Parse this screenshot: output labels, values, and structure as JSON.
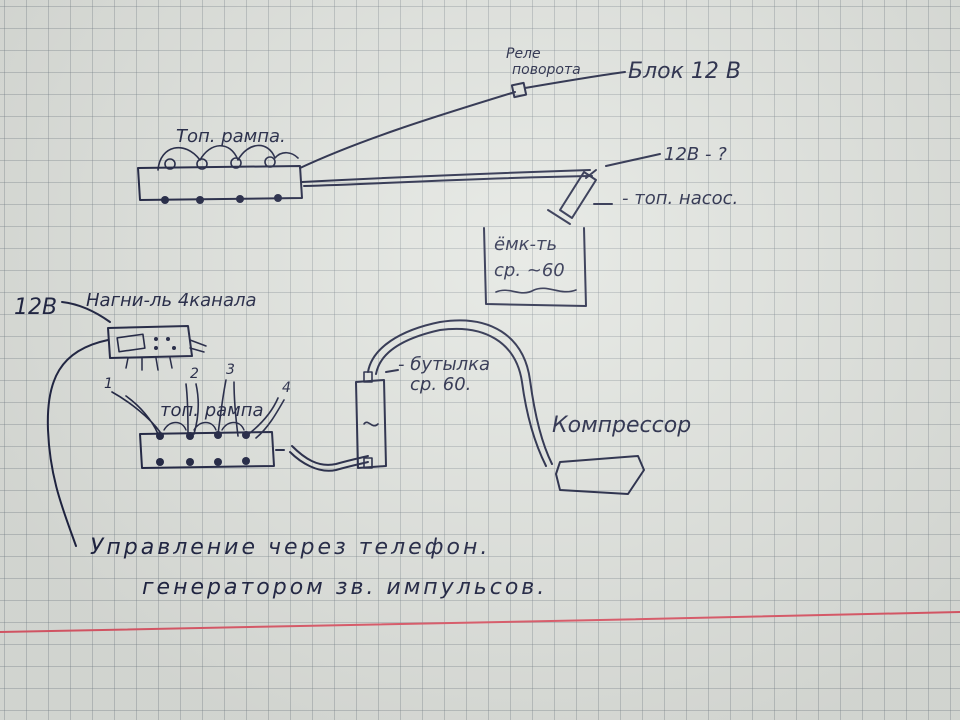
{
  "labels": {
    "rail_top": "Топ. рампа.",
    "relay": "Реле поворота",
    "block_12v": "Блок 12 В",
    "v12_question": "12В - ?",
    "fuel_pump": "- топ. насос.",
    "tank_line1": "ёмк-ть",
    "tank_line2": "ср. ~60",
    "v12_left": "12В",
    "controller": "Нагни-ль 4канала",
    "rail_bottom": "топ. рампа",
    "ch1": "1",
    "ch2": "2",
    "ch3": "3",
    "ch4": "4",
    "bottle_line1": "- бутылка",
    "bottle_line2": "ср. 60.",
    "compressor": "Компрессор",
    "note_line1": "Управление через телефон.",
    "note_line2": "генератором зв. импульсов."
  },
  "colors": {
    "ink": "#1c2140",
    "grid": "#7f8a93",
    "paper": "#e3e6e1",
    "margin_line": "#e25a6a"
  }
}
